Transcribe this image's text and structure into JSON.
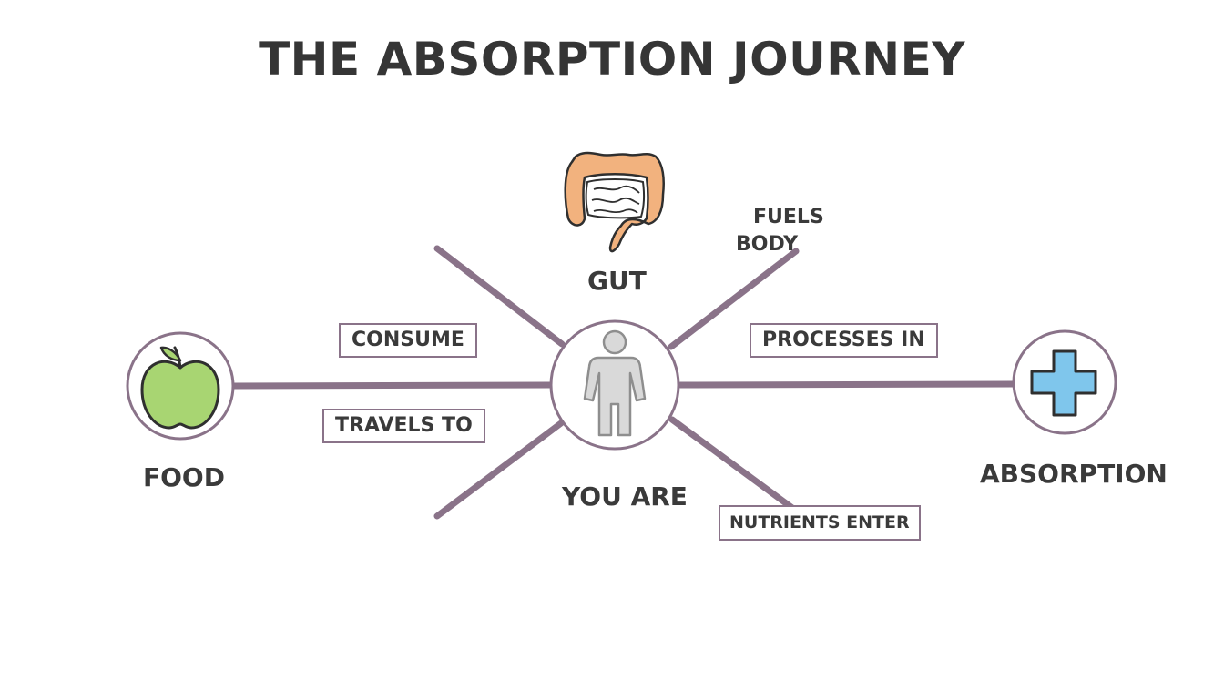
{
  "title": "THE ABSORPTION JOURNEY",
  "nodes": {
    "food": "FOOD",
    "you": "YOU ARE",
    "gut": "GUT",
    "absorption": "ABSORPTION"
  },
  "edges": {
    "consume": "CONSUME",
    "travels_to": "TRAVELS TO",
    "processes_in": "PROCESSES IN",
    "nutrients_enter": "NUTRIENTS ENTER",
    "fuels_line1": "FUELS",
    "fuels_line2": "BODY"
  },
  "colors": {
    "connector": "#8a7389",
    "apple": "#a8d572",
    "cross": "#7fc6ec",
    "gut": "#f2b27e",
    "person": "#d9d9d9"
  },
  "icons": {
    "food": "apple-icon",
    "you": "person-icon",
    "gut": "intestine-icon",
    "absorption": "medical-cross-icon"
  }
}
